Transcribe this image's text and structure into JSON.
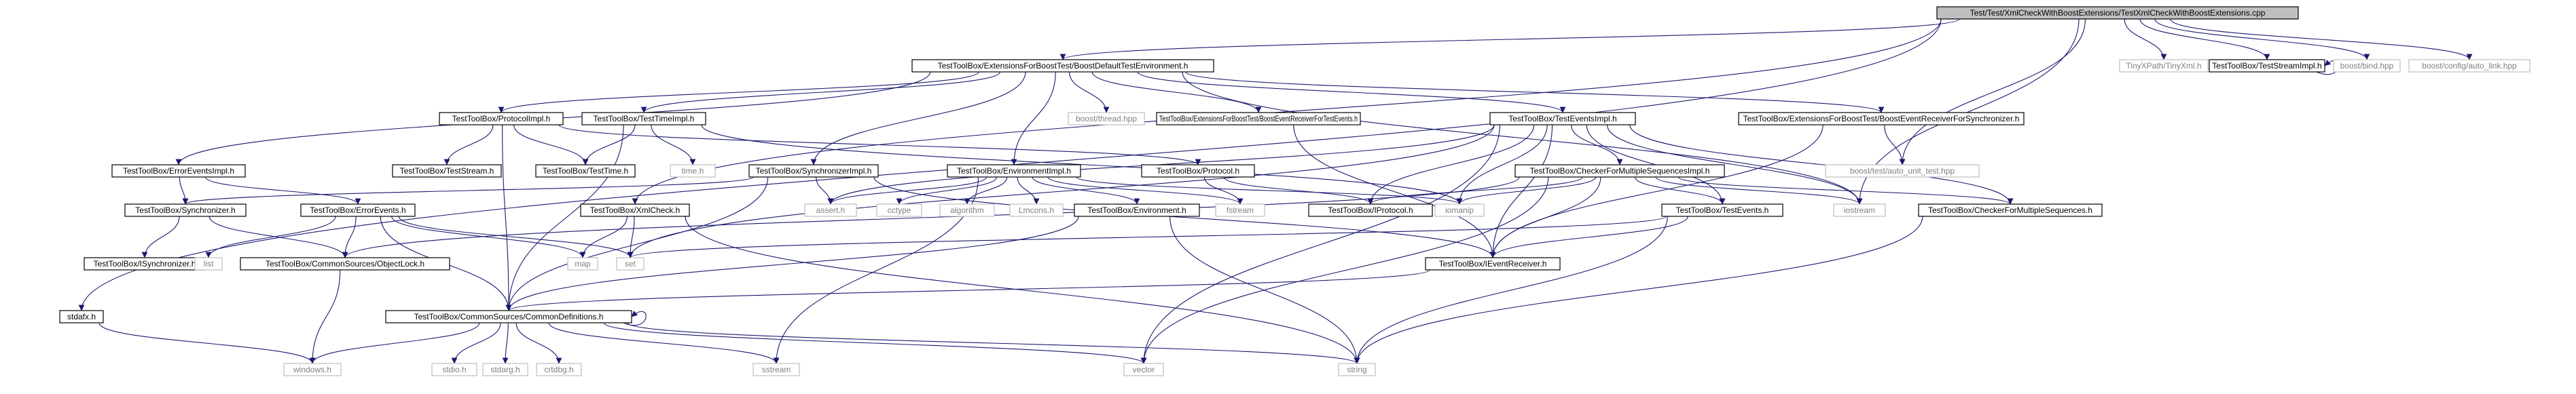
{
  "colors": {
    "edge": "#191970",
    "root_fill": "#bfbfbf",
    "box_stroke": "#000000",
    "missing_stroke": "#bfbfbf",
    "missing_text": "#808080"
  },
  "nodes": [
    {
      "id": "root",
      "label": "Test/Test/XmlCheckWithBoostExtensions/TestXmlCheckWithBoostExtensions.cpp",
      "kind": "root"
    },
    {
      "id": "bdte",
      "label": "TestToolBox/ExtensionsForBoostTest/BoostDefaultTestEnvironment.h",
      "kind": "doc"
    },
    {
      "id": "tinyxpath",
      "label": "TinyXPath/TinyXml.h",
      "kind": "missing"
    },
    {
      "id": "tsi",
      "label": "TestToolBox/TestStreamImpl.h",
      "kind": "doc"
    },
    {
      "id": "bind",
      "label": "boost/bind.hpp",
      "kind": "missing"
    },
    {
      "id": "autolink",
      "label": "boost/config/auto_link.hpp",
      "kind": "missing"
    },
    {
      "id": "protimpl",
      "label": "TestToolBox/ProtocolImpl.h",
      "kind": "doc"
    },
    {
      "id": "ttimeimpl",
      "label": "TestToolBox/TestTimeImpl.h",
      "kind": "doc"
    },
    {
      "id": "thread",
      "label": "boost/thread.hpp",
      "kind": "missing"
    },
    {
      "id": "bertte",
      "label": "TestToolBox/ExtensionsForBoostTest/BoostEventReceiverForTestEvents.h",
      "kind": "doc"
    },
    {
      "id": "teimpl",
      "label": "TestToolBox/TestEventsImpl.h",
      "kind": "doc"
    },
    {
      "id": "bersync",
      "label": "TestToolBox/ExtensionsForBoostTest/BoostEventReceiverForSynchronizer.h",
      "kind": "doc"
    },
    {
      "id": "errimpl",
      "label": "TestToolBox/ErrorEventsImpl.h",
      "kind": "doc"
    },
    {
      "id": "tstream",
      "label": "TestToolBox/TestStream.h",
      "kind": "doc"
    },
    {
      "id": "ttime",
      "label": "TestToolBox/TestTime.h",
      "kind": "doc"
    },
    {
      "id": "timeh",
      "label": "time.h",
      "kind": "missing"
    },
    {
      "id": "syncimpl",
      "label": "TestToolBox/SynchronizerImpl.h",
      "kind": "doc"
    },
    {
      "id": "envimpl",
      "label": "TestToolBox/EnvironmentImpl.h",
      "kind": "doc"
    },
    {
      "id": "protoh",
      "label": "TestToolBox/Protocol.h",
      "kind": "doc"
    },
    {
      "id": "cfmsimpl",
      "label": "TestToolBox/CheckerForMultipleSequencesImpl.h",
      "kind": "doc"
    },
    {
      "id": "autotest",
      "label": "boost/test/auto_unit_test.hpp",
      "kind": "missing"
    },
    {
      "id": "synch",
      "label": "TestToolBox/Synchronizer.h",
      "kind": "doc"
    },
    {
      "id": "erre",
      "label": "TestToolBox/ErrorEvents.h",
      "kind": "doc"
    },
    {
      "id": "xmlcheck",
      "label": "TestToolBox/XmlCheck.h",
      "kind": "doc"
    },
    {
      "id": "asserth",
      "label": "assert.h",
      "kind": "missing"
    },
    {
      "id": "cctype",
      "label": "cctype",
      "kind": "missing"
    },
    {
      "id": "algorithm",
      "label": "algorithm",
      "kind": "missing"
    },
    {
      "id": "lmconsh",
      "label": "Lmcons.h",
      "kind": "missing"
    },
    {
      "id": "env",
      "label": "TestToolBox/Environment.h",
      "kind": "doc"
    },
    {
      "id": "fstream",
      "label": "fstream",
      "kind": "missing"
    },
    {
      "id": "iproto",
      "label": "TestToolBox/IProtocol.h",
      "kind": "doc"
    },
    {
      "id": "iomanip",
      "label": "iomanip",
      "kind": "missing"
    },
    {
      "id": "tevents",
      "label": "TestToolBox/TestEvents.h",
      "kind": "doc"
    },
    {
      "id": "iostream",
      "label": "iostream",
      "kind": "missing"
    },
    {
      "id": "cfms",
      "label": "TestToolBox/CheckerForMultipleSequences.h",
      "kind": "doc"
    },
    {
      "id": "isync",
      "label": "TestToolBox/ISynchronizer.h",
      "kind": "doc"
    },
    {
      "id": "list",
      "label": "list",
      "kind": "missing"
    },
    {
      "id": "objlock",
      "label": "TestToolBox/CommonSources/ObjectLock.h",
      "kind": "doc"
    },
    {
      "id": "map",
      "label": "map",
      "kind": "missing"
    },
    {
      "id": "set",
      "label": "set",
      "kind": "missing"
    },
    {
      "id": "ievrec",
      "label": "TestToolBox/IEventReceiver.h",
      "kind": "doc"
    },
    {
      "id": "stdafx",
      "label": "stdafx.h",
      "kind": "doc"
    },
    {
      "id": "cdefs",
      "label": "TestToolBox/CommonSources/CommonDefinitions.h",
      "kind": "doc"
    },
    {
      "id": "windows",
      "label": "windows.h",
      "kind": "missing"
    },
    {
      "id": "stdio",
      "label": "stdio.h",
      "kind": "missing"
    },
    {
      "id": "stdarg",
      "label": "stdarg.h",
      "kind": "missing"
    },
    {
      "id": "crtdbg",
      "label": "crtdbg.h",
      "kind": "missing"
    },
    {
      "id": "sstream",
      "label": "sstream",
      "kind": "missing"
    },
    {
      "id": "vector",
      "label": "vector",
      "kind": "missing"
    },
    {
      "id": "string",
      "label": "string",
      "kind": "missing"
    }
  ],
  "edges": [
    [
      "root",
      "bdte"
    ],
    [
      "root",
      "tinyxpath"
    ],
    [
      "root",
      "tsi"
    ],
    [
      "root",
      "bind"
    ],
    [
      "root",
      "autolink"
    ],
    [
      "root",
      "stdafx"
    ],
    [
      "root",
      "autotest"
    ],
    [
      "root",
      "iostream"
    ],
    [
      "root",
      "xmlcheck"
    ],
    [
      "tsi",
      "tsi"
    ],
    [
      "bdte",
      "protimpl"
    ],
    [
      "bdte",
      "ttimeimpl"
    ],
    [
      "bdte",
      "thread"
    ],
    [
      "bdte",
      "bertte"
    ],
    [
      "bdte",
      "teimpl"
    ],
    [
      "bdte",
      "bersync"
    ],
    [
      "bdte",
      "errimpl"
    ],
    [
      "bdte",
      "syncimpl"
    ],
    [
      "bdte",
      "envimpl"
    ],
    [
      "bdte",
      "iostream"
    ],
    [
      "protimpl",
      "tstream"
    ],
    [
      "protimpl",
      "ttime"
    ],
    [
      "protimpl",
      "protoh"
    ],
    [
      "protimpl",
      "cdefs"
    ],
    [
      "ttimeimpl",
      "ttime"
    ],
    [
      "ttimeimpl",
      "timeh"
    ],
    [
      "ttimeimpl",
      "cdefs"
    ],
    [
      "ttimeimpl",
      "iomanip"
    ],
    [
      "bertte",
      "ievrec"
    ],
    [
      "bersync",
      "autotest"
    ],
    [
      "bersync",
      "ievrec"
    ],
    [
      "teimpl",
      "cfmsimpl"
    ],
    [
      "teimpl",
      "tevents"
    ],
    [
      "teimpl",
      "iostream"
    ],
    [
      "teimpl",
      "iomanip"
    ],
    [
      "teimpl",
      "asserth"
    ],
    [
      "teimpl",
      "iproto"
    ],
    [
      "teimpl",
      "set"
    ],
    [
      "teimpl",
      "ievrec"
    ],
    [
      "teimpl",
      "cfms"
    ],
    [
      "teimpl",
      "vector"
    ],
    [
      "errimpl",
      "synch"
    ],
    [
      "errimpl",
      "erre"
    ],
    [
      "syncimpl",
      "synch"
    ],
    [
      "syncimpl",
      "asserth"
    ],
    [
      "syncimpl",
      "cdefs"
    ],
    [
      "syncimpl",
      "ievrec"
    ],
    [
      "envimpl",
      "asserth"
    ],
    [
      "envimpl",
      "cctype"
    ],
    [
      "envimpl",
      "algorithm"
    ],
    [
      "envimpl",
      "lmconsh"
    ],
    [
      "envimpl",
      "env"
    ],
    [
      "envimpl",
      "fstream"
    ],
    [
      "envimpl",
      "iomanip"
    ],
    [
      "envimpl",
      "sstream"
    ],
    [
      "protoh",
      "iproto"
    ],
    [
      "protoh",
      "fstream"
    ],
    [
      "cfmsimpl",
      "cfms"
    ],
    [
      "cfmsimpl",
      "tevents"
    ],
    [
      "cfmsimpl",
      "iostream"
    ],
    [
      "cfmsimpl",
      "iomanip"
    ],
    [
      "cfmsimpl",
      "iproto"
    ],
    [
      "cfmsimpl",
      "ievrec"
    ],
    [
      "cfmsimpl",
      "vector"
    ],
    [
      "cfmsimpl",
      "objlock"
    ],
    [
      "synch",
      "isync"
    ],
    [
      "synch",
      "objlock"
    ],
    [
      "erre",
      "list"
    ],
    [
      "erre",
      "objlock"
    ],
    [
      "erre",
      "map"
    ],
    [
      "erre",
      "cdefs"
    ],
    [
      "erre",
      "set"
    ],
    [
      "xmlcheck",
      "map"
    ],
    [
      "xmlcheck",
      "set"
    ],
    [
      "xmlcheck",
      "string"
    ],
    [
      "env",
      "cdefs"
    ],
    [
      "env",
      "string"
    ],
    [
      "tevents",
      "ievrec"
    ],
    [
      "tevents",
      "string"
    ],
    [
      "tevents",
      "set"
    ],
    [
      "cfms",
      "string"
    ],
    [
      "objlock",
      "windows"
    ],
    [
      "ievrec",
      "cdefs"
    ],
    [
      "stdafx",
      "windows"
    ],
    [
      "cdefs",
      "cdefs"
    ],
    [
      "cdefs",
      "windows"
    ],
    [
      "cdefs",
      "stdio"
    ],
    [
      "cdefs",
      "stdarg"
    ],
    [
      "cdefs",
      "crtdbg"
    ],
    [
      "cdefs",
      "sstream"
    ],
    [
      "cdefs",
      "vector"
    ],
    [
      "cdefs",
      "string"
    ]
  ]
}
